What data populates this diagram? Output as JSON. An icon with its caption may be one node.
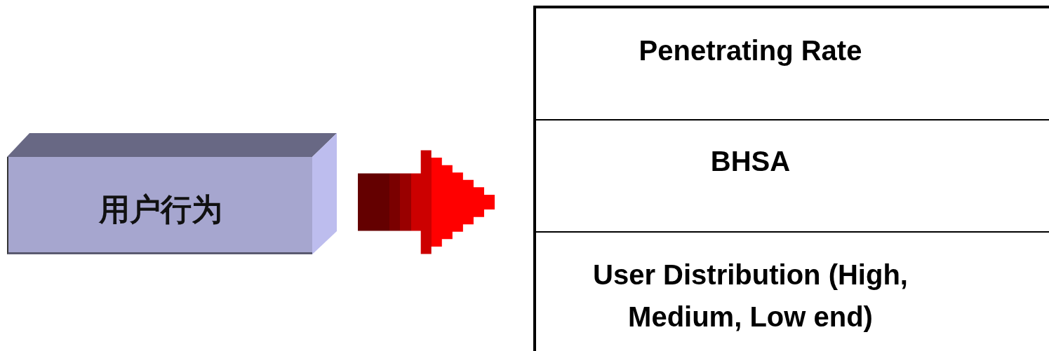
{
  "diagram": {
    "nodes": [
      {
        "text": [
          "用户行为"
        ]
      },
      {
        "text": [],
        "shape": "box"
      },
      {
        "text": [
          "Penetrating Rate"
        ],
        "in": 1
      },
      {
        "text": [
          "BHSA"
        ],
        "in": 1
      },
      {
        "text": [
          "User Distribution (High, Medium, Low end)"
        ],
        "in": 1
      }
    ],
    "edges": [
      {
        "from": 0,
        "to": 1,
        "arrow": "to",
        "style": "thick"
      }
    ]
  }
}
